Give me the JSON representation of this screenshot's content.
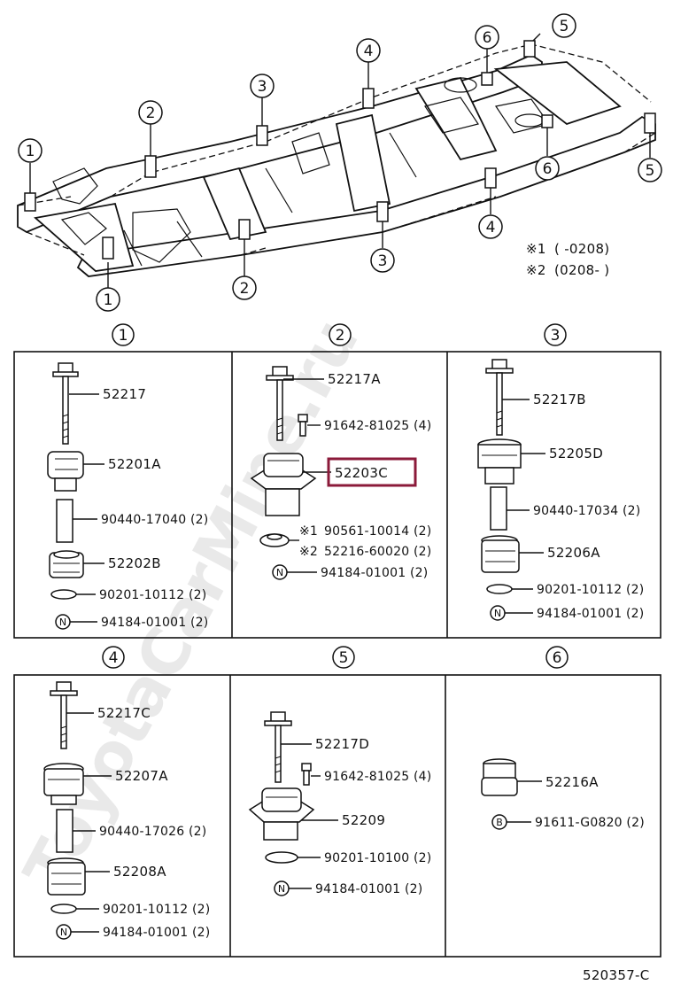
{
  "watermark": "ToyotaCarMine.ru",
  "legend": {
    "line1_mark": "※1",
    "line1_text": "(        -0208)",
    "line2_mark": "※2",
    "line2_text": "(0208-        )"
  },
  "overview_callouts": [
    "1",
    "2",
    "3",
    "4",
    "5",
    "6"
  ],
  "panels": [
    {
      "index": "1",
      "parts": [
        {
          "label": "52217"
        },
        {
          "label": "52201A"
        },
        {
          "label": "90440-17040 (2)"
        },
        {
          "label": "52202B"
        },
        {
          "label": "90201-10112 (2)"
        },
        {
          "label": "94184-01001 (2)",
          "badge": "N"
        }
      ]
    },
    {
      "index": "2",
      "parts": [
        {
          "label": "52217A"
        },
        {
          "label": "91642-81025 (4)"
        },
        {
          "label": "52203C",
          "highlighted": true
        },
        {
          "label": "90561-10014 (2)",
          "mark": "※1"
        },
        {
          "label": "52216-60020 (2)",
          "mark": "※2"
        },
        {
          "label": "94184-01001 (2)",
          "badge": "N"
        }
      ]
    },
    {
      "index": "3",
      "parts": [
        {
          "label": "52217B"
        },
        {
          "label": "52205D"
        },
        {
          "label": "90440-17034 (2)"
        },
        {
          "label": "52206A"
        },
        {
          "label": "90201-10112 (2)"
        },
        {
          "label": "94184-01001 (2)",
          "badge": "N"
        }
      ]
    },
    {
      "index": "4",
      "parts": [
        {
          "label": "52217C"
        },
        {
          "label": "52207A"
        },
        {
          "label": "90440-17026 (2)"
        },
        {
          "label": "52208A"
        },
        {
          "label": "90201-10112 (2)"
        },
        {
          "label": "94184-01001 (2)",
          "badge": "N"
        }
      ]
    },
    {
      "index": "5",
      "parts": [
        {
          "label": "52217D"
        },
        {
          "label": "91642-81025 (4)"
        },
        {
          "label": "52209"
        },
        {
          "label": "90201-10100 (2)"
        },
        {
          "label": "94184-01001 (2)",
          "badge": "N"
        }
      ]
    },
    {
      "index": "6",
      "parts": [
        {
          "label": "52216A"
        },
        {
          "label": "91611-G0820 (2)",
          "badge": "B"
        }
      ]
    }
  ],
  "highlight_color": "#8b1a3a",
  "figure_code": "520357-C"
}
